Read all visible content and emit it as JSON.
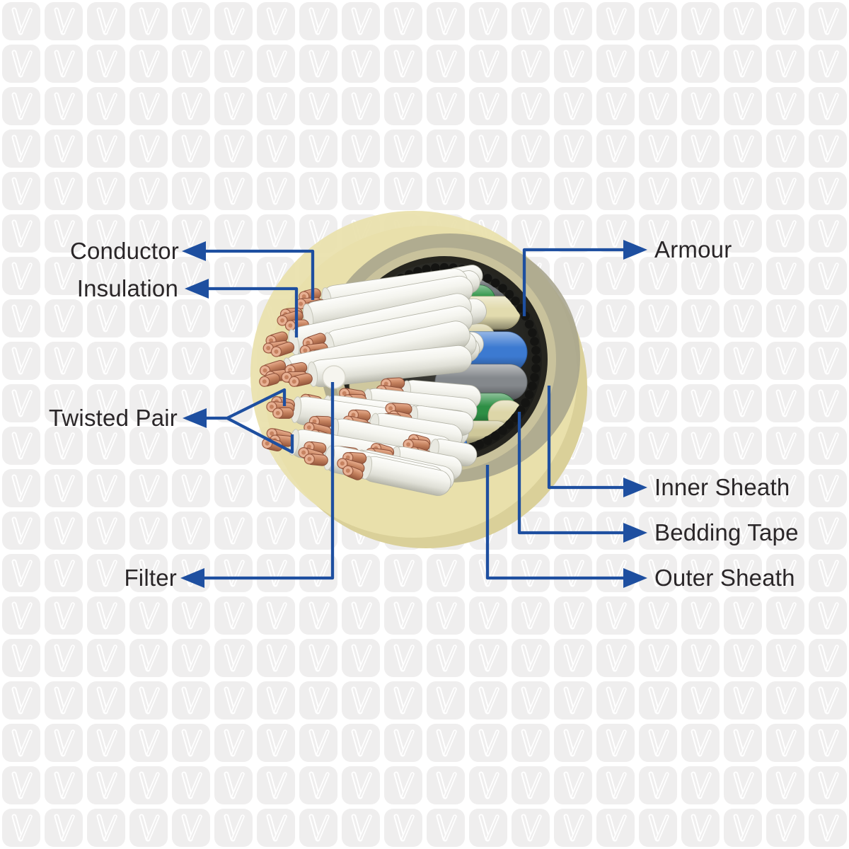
{
  "diagram": {
    "type": "cable-cross-section",
    "labels": {
      "conductor": "Conductor",
      "insulation": "Insulation",
      "twisted_pair": "Twisted Pair",
      "filter": "Filter",
      "armour": "Armour",
      "inner_sheath": "Inner Sheath",
      "bedding_tape": "Bedding Tape",
      "outer_sheath": "Outer Sheath"
    },
    "colors": {
      "leader_line": "#1e4fa0",
      "label_text": "#2a2628",
      "outer_sheath_beige": "#eae1ac",
      "outer_sheath_shade": "#d8ce93",
      "sheath_shadow_olive": "#a7a48c",
      "bedding_pale_ring": "#c9c29c",
      "inner_sheath_dark": "#26251f",
      "armour_bead_black": "#141412",
      "insulation_white": "#f4f4ee",
      "copper": "#c5825f",
      "wire_green": "#2e9447",
      "wire_blue": "#3c7ad1",
      "wire_gray": "#84888c",
      "filler_khaki": "#d6cfa0",
      "watermark_tile": "#efeeee"
    }
  }
}
